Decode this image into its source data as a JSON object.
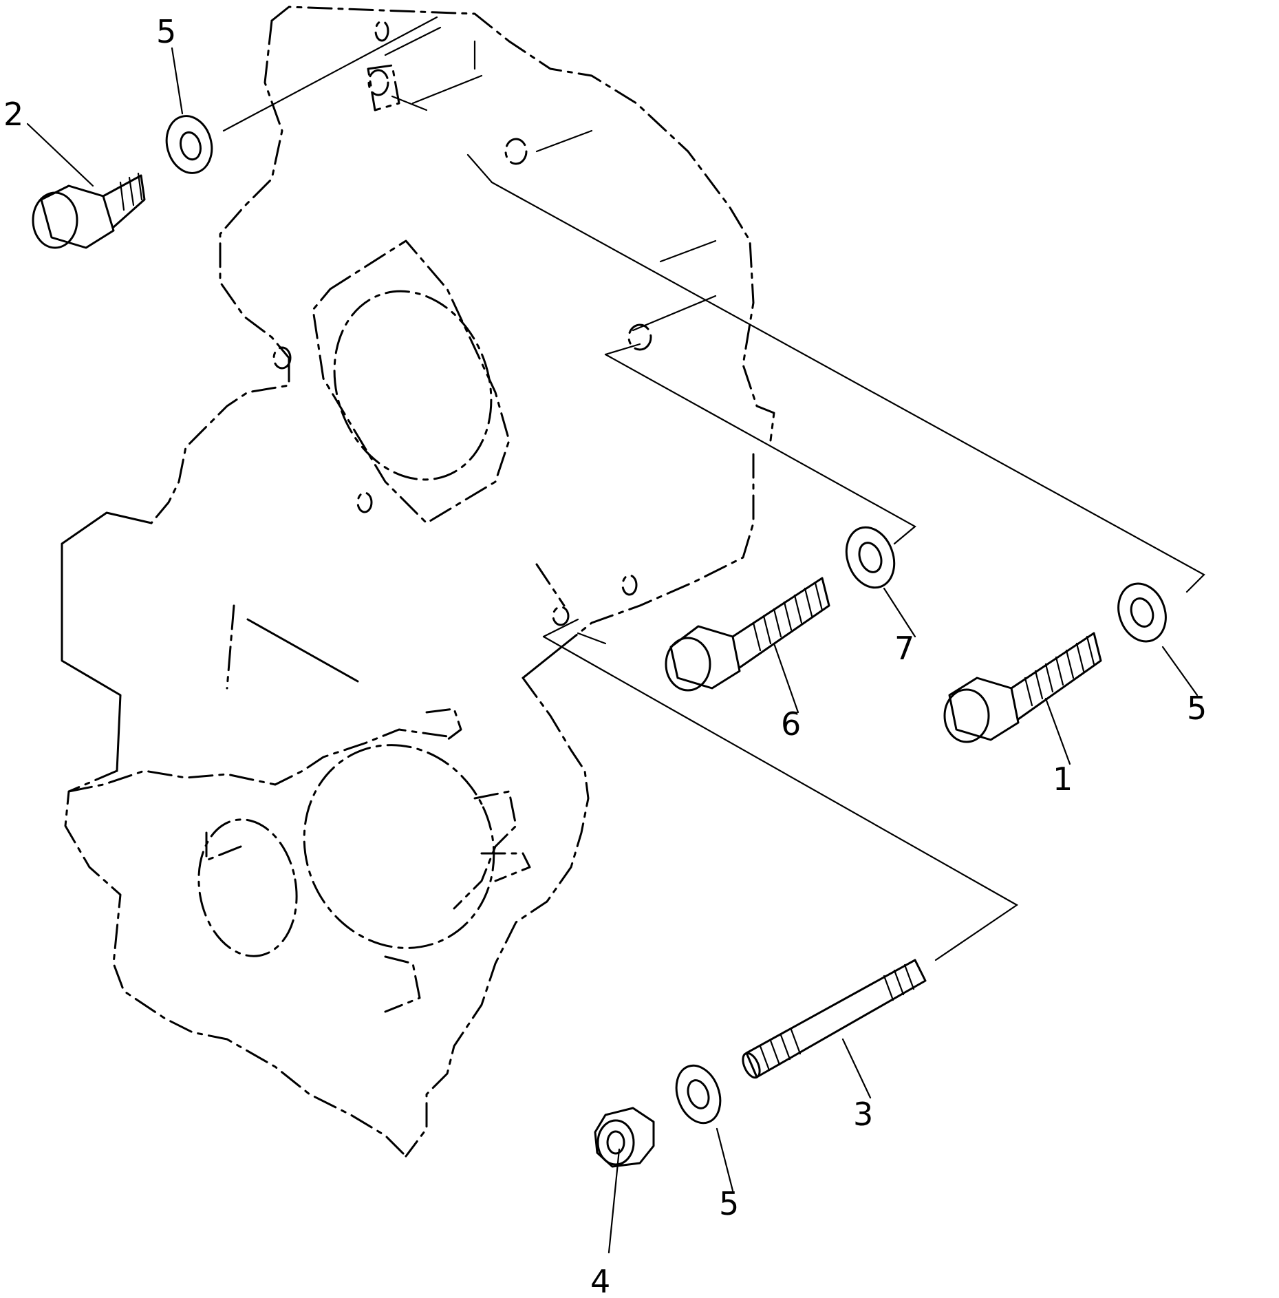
{
  "callouts": [
    {
      "id": "callout-1",
      "text": "1"
    },
    {
      "id": "callout-2",
      "text": "2"
    },
    {
      "id": "callout-3",
      "text": "3"
    },
    {
      "id": "callout-4",
      "text": "4"
    },
    {
      "id": "callout-5a",
      "text": "5"
    },
    {
      "id": "callout-5b",
      "text": "5"
    },
    {
      "id": "callout-5c",
      "text": "5"
    },
    {
      "id": "callout-6",
      "text": "6"
    },
    {
      "id": "callout-7",
      "text": "7"
    }
  ],
  "colors": {
    "line": "#000000",
    "background": "#ffffff"
  }
}
